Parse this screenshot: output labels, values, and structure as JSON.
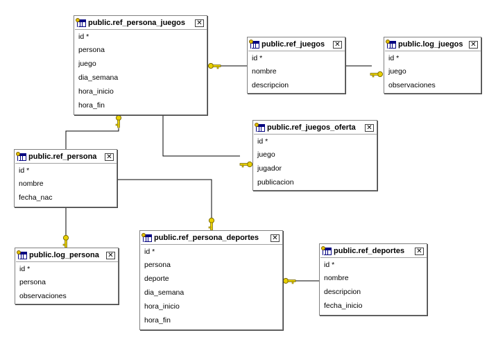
{
  "tables": {
    "ref_persona_juegos": {
      "title": "public.ref_persona_juegos",
      "columns": [
        "id *",
        "persona",
        "juego",
        "dia_semana",
        "hora_inicio",
        "hora_fin"
      ]
    },
    "ref_juegos": {
      "title": "public.ref_juegos",
      "columns": [
        "id *",
        "nombre",
        "descripcion"
      ]
    },
    "log_juegos": {
      "title": "public.log_juegos",
      "columns": [
        "id *",
        "juego",
        "observaciones"
      ]
    },
    "ref_juegos_oferta": {
      "title": "public.ref_juegos_oferta",
      "columns": [
        "id *",
        "juego",
        "jugador",
        "publicacion"
      ]
    },
    "ref_persona": {
      "title": "public.ref_persona",
      "columns": [
        "id *",
        "nombre",
        "fecha_nac"
      ]
    },
    "log_persona": {
      "title": "public.log_persona",
      "columns": [
        "id *",
        "persona",
        "observaciones"
      ]
    },
    "ref_persona_deportes": {
      "title": "public.ref_persona_deportes",
      "columns": [
        "id *",
        "persona",
        "deporte",
        "dia_semana",
        "hora_inicio",
        "hora_fin"
      ]
    },
    "ref_deportes": {
      "title": "public.ref_deportes",
      "columns": [
        "id *",
        "nombre",
        "descripcion",
        "fecha_inicio"
      ]
    }
  },
  "close_glyph": "✕",
  "colors": {
    "key": "#e8d000",
    "key_outline": "#7a6a00",
    "line": "#000000",
    "icon": "#000080"
  }
}
